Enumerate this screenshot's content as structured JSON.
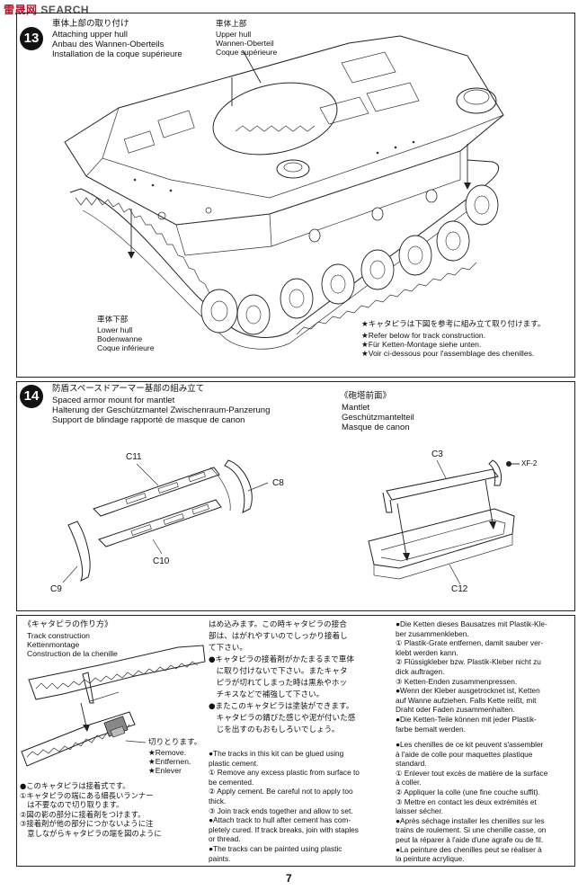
{
  "watermark": {
    "cjk": "雷晟网",
    "latin": "SEARCH"
  },
  "step13": {
    "number": "13",
    "title_jp": "車体上部の取り付け",
    "title_en": "Attaching upper hull",
    "title_de": "Anbau des Wannen-Oberteils",
    "title_fr": "Installation de la coque supérieure",
    "upper": {
      "jp": "車体上部",
      "en": "Upper hull",
      "de": "Wannen-Oberteil",
      "fr": "Coque supérieure"
    },
    "lower": {
      "jp": "車体下部",
      "en": "Lower hull",
      "de": "Bodenwanne",
      "fr": "Coque inférieure"
    },
    "note_jp": "★キャタピラは下図を参考に組み立て取り付けます。",
    "note_en": "★Refer below for track construction.",
    "note_de": "★Für Ketten-Montage siehe unten.",
    "note_fr": "★Voir ci-dessous pour l'assemblage des chenilles."
  },
  "step14": {
    "number": "14",
    "title_jp": "防盾スペースドアーマー基部の組み立て",
    "title_en": "Spaced armor mount for mantlet",
    "title_de": "Halterung der Geschützmantel Zwischenraum-Panzerung",
    "title_fr": "Support de blindage rapporté de masque de canon",
    "sub_jp": "《砲塔前面》",
    "sub_en": "Mantlet",
    "sub_de": "Geschützmantelteil",
    "sub_fr": "Masque de canon",
    "parts": {
      "c11": "C11",
      "c8": "C8",
      "c10": "C10",
      "c9": "C9",
      "c3": "C3",
      "c12": "C12",
      "xf": "XF-2"
    }
  },
  "track": {
    "title_jp": "《キャタピラの作り方》",
    "title_en": "Track construction",
    "title_de": "Kettenmontage",
    "title_fr": "Construction de la chenille",
    "cut_jp": "切りとります。",
    "cut_en": "★Remove.",
    "cut_de": "★Entfernen.",
    "cut_fr": "★Enlever",
    "jp_left": [
      "●このキャタピラは接着式です。",
      "①キャタピラの端にある細長いランナー",
      "　は不要なので切り取ります。",
      "②図の影の部分に接着剤をつけます。",
      "③接着剤が他の部分につかないように注",
      "　意しながらキャタピラの端を図のように"
    ],
    "jp_mid": [
      "はめ込みます。この時キャタピラの接合",
      "部は、はがれやすいのでしっかり接着し",
      "て下さい。",
      "●キャタピラの接着剤がかたまるまで車体",
      "　に取り付けないで下さい。またキャタ",
      "　ピラが切れてしまった時は黒糸やホッ",
      "　チキスなどで補強して下さい。",
      "●またこのキャタピラは塗装ができます。",
      "　キャタピラの錆びた感じや泥が付いた感",
      "　じを出すのもおもしろいでしょう。"
    ],
    "en": [
      "●The tracks in this kit can be glued using",
      "plastic cement.",
      "① Remove any excess plastic from surface to",
      "be cemented.",
      "② Apply cement. Be careful not to apply too",
      "thick.",
      "③ Join track ends together and allow to set.",
      "●Attach track to hull after cement has com-",
      "pletely cured. If track breaks, join with staples",
      "or thread.",
      "●The tracks can be painted using plastic",
      "paints."
    ],
    "de": [
      "●Die Ketten dieses Bausatzes mit Plastik-Kle-",
      "ber zusammenkleben.",
      "① Plastik-Grate entfernen, damit sauber ver-",
      "klebt werden kann.",
      "② Flüssigkleber bzw. Plastik-Kleber nicht zu",
      "dick auftragen.",
      "③ Ketten-Enden zusammenpressen.",
      "●Wenn der Kleber ausgetrocknet ist, Ketten",
      "auf Wanne aufziehen. Falls Kette reißt, mit",
      "Draht oder Faden zusammenhalten.",
      "●Die Ketten-Teile können mit jeder Plastik-",
      "farbe bemalt werden."
    ],
    "fr": [
      "●Les chenilles de ce kit peuvent s'assembler",
      "à l'aide de colle pour maquettes plastique",
      "standard.",
      "① Enlever tout excès de matière de la surface",
      "à coller.",
      "② Appliquer la colle (une fine couche suffit).",
      "③ Mettre en contact les deux extrémités et",
      "laisser sécher.",
      "●Après séchage installer les chenilles sur les",
      "trains de roulement. Si une chenille casse, on",
      "peut la réparer à l'aide d'une agrafe ou de fil.",
      "●La peinture des chenilles peut se réaliser à",
      "la peinture acrylique."
    ]
  },
  "page_number": "7"
}
